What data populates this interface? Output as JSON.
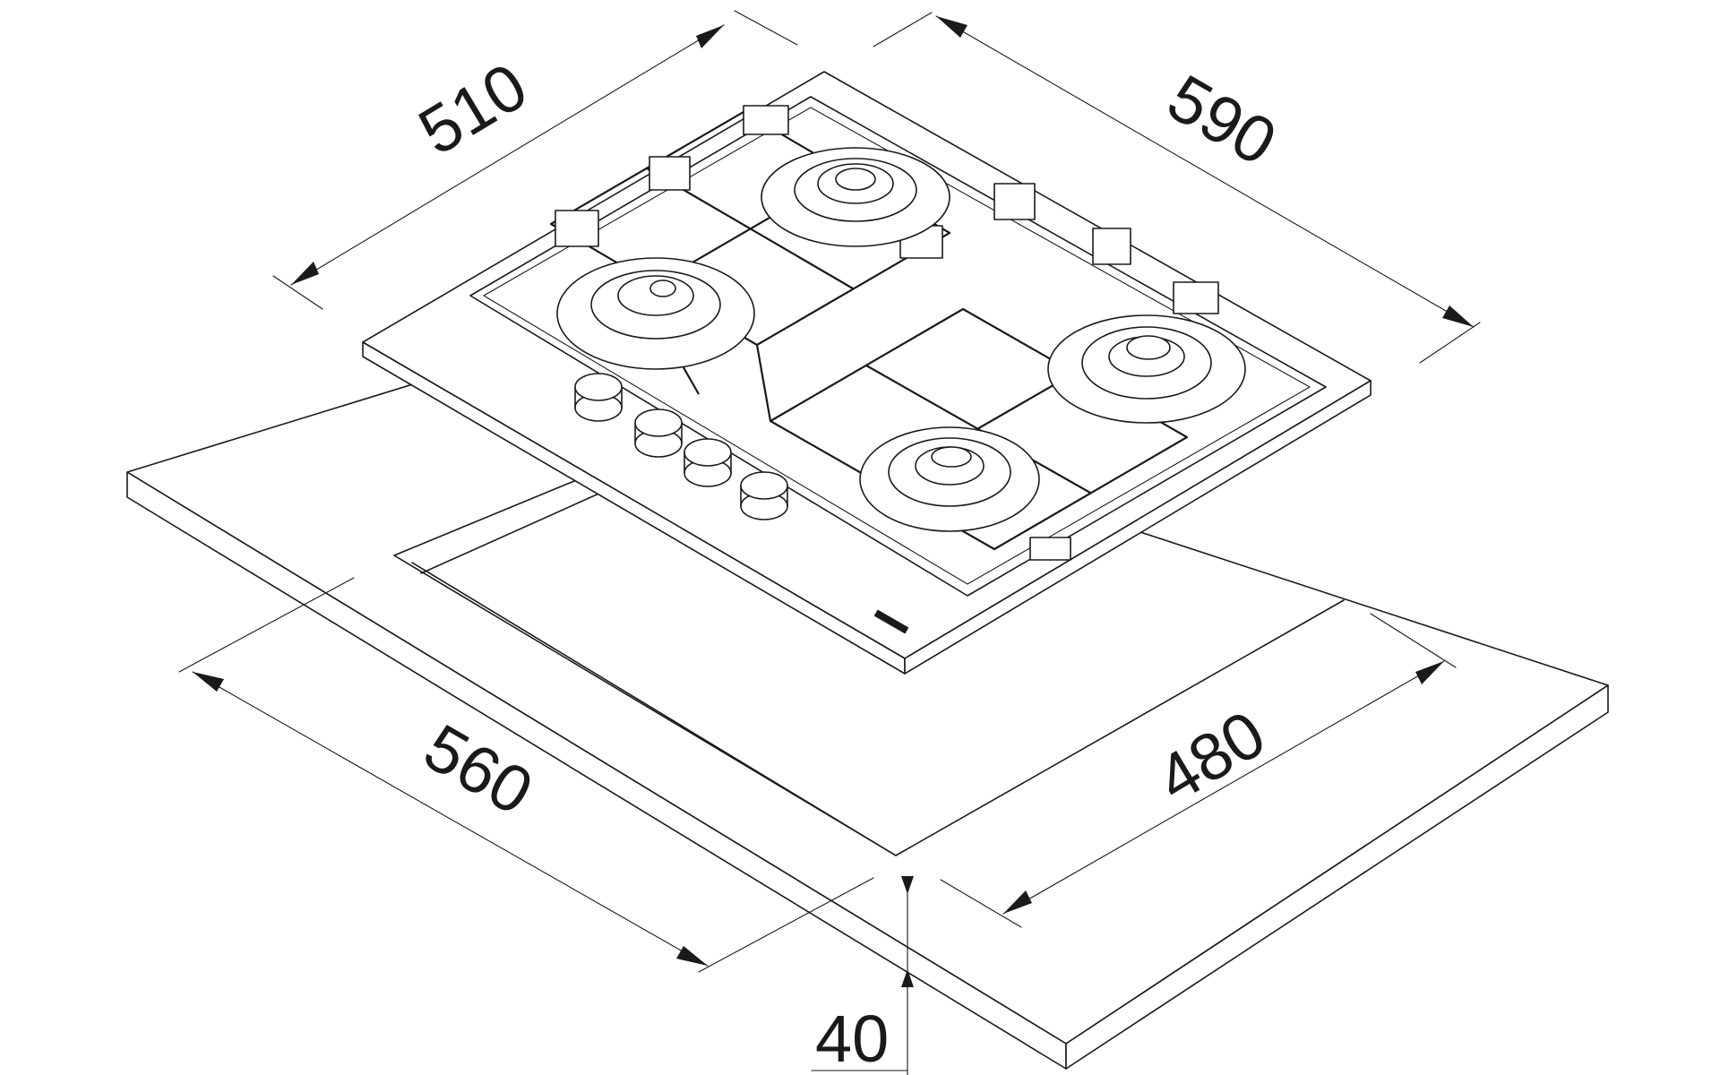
{
  "dimensions": {
    "hob_depth": "510",
    "hob_width": "590",
    "cutout_width": "560",
    "cutout_depth": "480",
    "worktop_thickness": "40"
  },
  "drawing": {
    "burners": 4,
    "control_knobs": 4,
    "pan_support_grids": 2
  }
}
